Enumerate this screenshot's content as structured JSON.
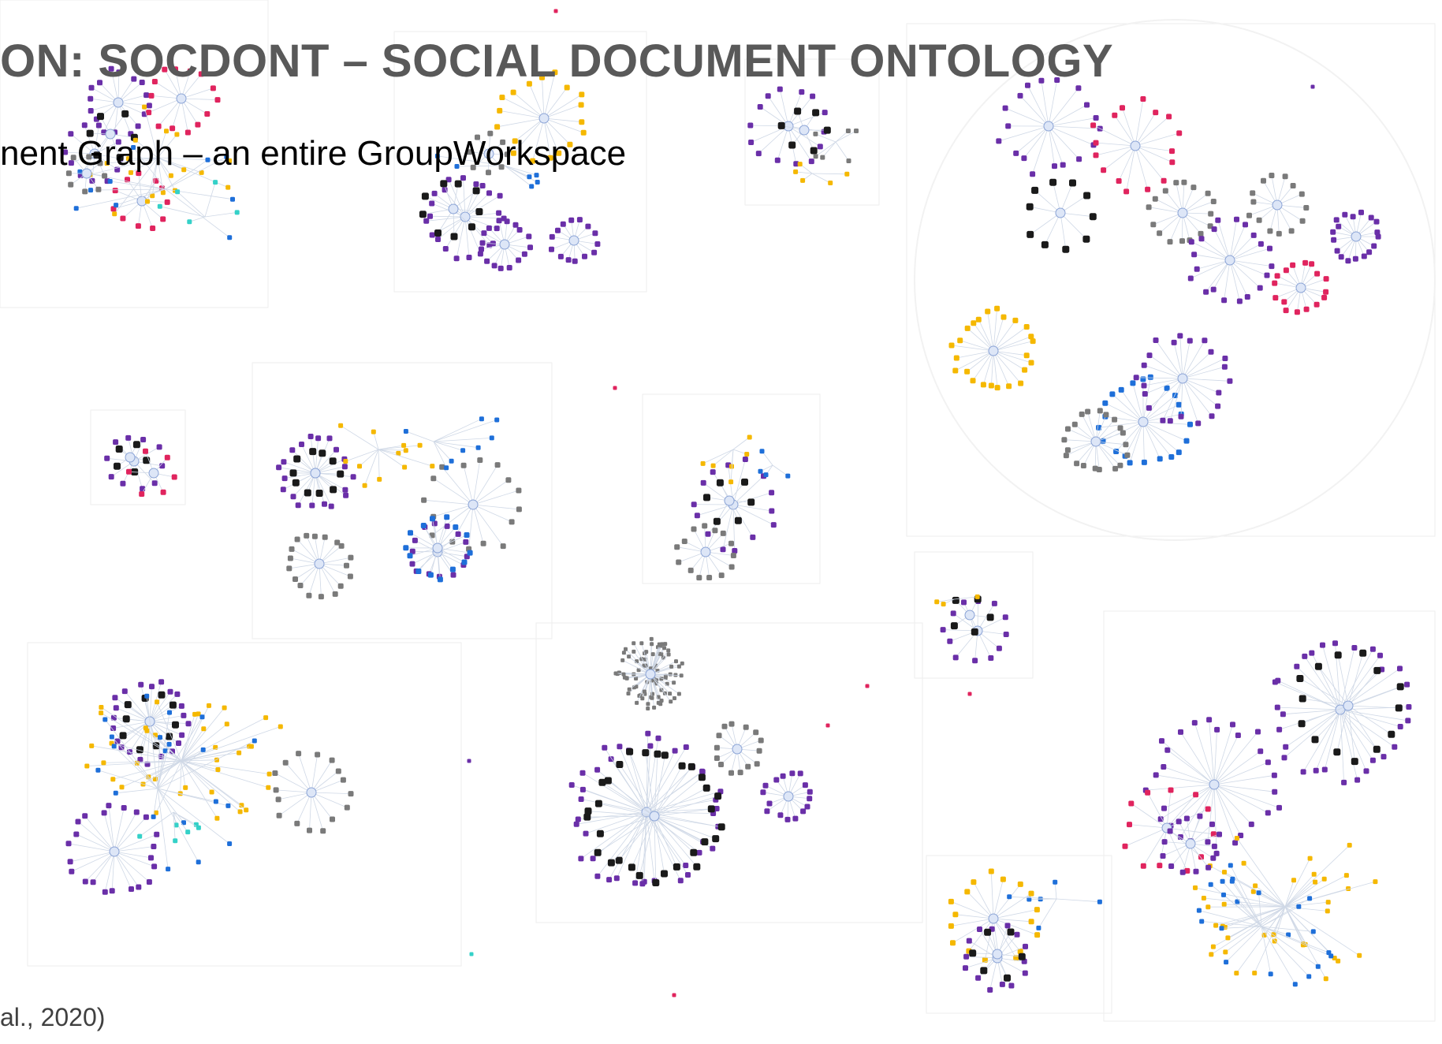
{
  "slide": {
    "title": "ON: SOCDONT – SOCIAL DOCUMENT ONTOLOGY",
    "subtitle": "nent Graph – an entire GroupWorkspace",
    "citation": "al., 2020)"
  },
  "colors": {
    "purple": "#6a2fa8",
    "black": "#1a1a1a",
    "yellow": "#f5b800",
    "blue": "#1e6fd9",
    "red": "#e0245e",
    "gray": "#7a7a7a",
    "cyan": "#34d1c8",
    "edge": "#cfd8e6",
    "panel_border": "#eeeeee",
    "hub_fill": "#dde6f7"
  },
  "graph_panels": [
    {
      "id": "p1",
      "clusters": [
        {
          "type": "ring",
          "color": "purple",
          "n": 16
        },
        {
          "type": "ring",
          "color": "red",
          "n": 14
        },
        {
          "type": "ring",
          "color": "purple",
          "n": 12
        },
        {
          "type": "ring",
          "color": "red",
          "n": 11
        },
        {
          "type": "ring",
          "color": "black",
          "n": 6
        },
        {
          "type": "spray",
          "color": "yellow",
          "n": 18
        },
        {
          "type": "spray",
          "color": "blue",
          "n": 10
        },
        {
          "type": "spray",
          "color": "cyan",
          "n": 5
        },
        {
          "type": "ring",
          "color": "gray",
          "n": 8
        }
      ]
    },
    {
      "id": "p2",
      "clusters": [
        {
          "type": "ring",
          "color": "purple",
          "n": 22
        },
        {
          "type": "ring",
          "color": "black",
          "n": 9
        },
        {
          "type": "ring",
          "color": "purple",
          "n": 16
        },
        {
          "type": "ring",
          "color": "purple",
          "n": 14
        },
        {
          "type": "ring",
          "color": "yellow",
          "n": 18
        },
        {
          "type": "spray",
          "color": "blue",
          "n": 6
        },
        {
          "type": "ring",
          "color": "gray",
          "n": 8
        }
      ]
    },
    {
      "id": "p3",
      "clusters": [
        {
          "type": "ring",
          "color": "purple",
          "n": 14
        },
        {
          "type": "ring",
          "color": "black",
          "n": 6
        },
        {
          "type": "spray",
          "color": "gray",
          "n": 6
        },
        {
          "type": "spray",
          "color": "yellow",
          "n": 5
        }
      ]
    },
    {
      "id": "p4",
      "clusters": [
        {
          "type": "ring",
          "color": "purple",
          "n": 18
        },
        {
          "type": "ring",
          "color": "red",
          "n": 16
        },
        {
          "type": "ring",
          "color": "black",
          "n": 10
        },
        {
          "type": "ring",
          "color": "gray",
          "n": 16
        },
        {
          "type": "ring",
          "color": "purple",
          "n": 20
        },
        {
          "type": "ring",
          "color": "yellow",
          "n": 24
        },
        {
          "type": "ring",
          "color": "blue",
          "n": 22
        },
        {
          "type": "ring",
          "color": "gray",
          "n": 20
        },
        {
          "type": "ring",
          "color": "purple",
          "n": 22
        },
        {
          "type": "ring",
          "color": "red",
          "n": 16
        },
        {
          "type": "ring",
          "color": "gray",
          "n": 14
        },
        {
          "type": "ring",
          "color": "purple",
          "n": 18
        }
      ]
    },
    {
      "id": "p5",
      "clusters": [
        {
          "type": "ring",
          "color": "purple",
          "n": 10
        },
        {
          "type": "ring",
          "color": "black",
          "n": 5
        },
        {
          "type": "ring",
          "color": "red",
          "n": 6
        }
      ]
    },
    {
      "id": "p6",
      "clusters": [
        {
          "type": "ring",
          "color": "purple",
          "n": 20
        },
        {
          "type": "ring",
          "color": "black",
          "n": 10
        },
        {
          "type": "ring",
          "color": "gray",
          "n": 18
        },
        {
          "type": "ring",
          "color": "gray",
          "n": 16
        },
        {
          "type": "ring",
          "color": "purple",
          "n": 14
        },
        {
          "type": "ring",
          "color": "blue",
          "n": 14
        },
        {
          "type": "spray",
          "color": "yellow",
          "n": 12
        },
        {
          "type": "spray",
          "color": "blue",
          "n": 8
        }
      ]
    },
    {
      "id": "p7",
      "clusters": [
        {
          "type": "ring",
          "color": "purple",
          "n": 14
        },
        {
          "type": "ring",
          "color": "black",
          "n": 6
        },
        {
          "type": "ring",
          "color": "gray",
          "n": 14
        },
        {
          "type": "spray",
          "color": "yellow",
          "n": 6
        },
        {
          "type": "spray",
          "color": "blue",
          "n": 4
        }
      ]
    },
    {
      "id": "p8",
      "clusters": [
        {
          "type": "ring",
          "color": "purple",
          "n": 12
        },
        {
          "type": "ring",
          "color": "black",
          "n": 5
        },
        {
          "type": "spray",
          "color": "yellow",
          "n": 3
        }
      ]
    },
    {
      "id": "p9",
      "clusters": [
        {
          "type": "ring",
          "color": "purple",
          "n": 22
        },
        {
          "type": "ring",
          "color": "black",
          "n": 10
        },
        {
          "type": "spray",
          "color": "yellow",
          "n": 40
        },
        {
          "type": "spray",
          "color": "blue",
          "n": 20
        },
        {
          "type": "ring",
          "color": "gray",
          "n": 16
        },
        {
          "type": "ring",
          "color": "purple",
          "n": 22
        },
        {
          "type": "spray",
          "color": "cyan",
          "n": 6
        }
      ]
    },
    {
      "id": "p10",
      "clusters": [
        {
          "type": "blob",
          "color": "gray",
          "n": 90
        },
        {
          "type": "ring",
          "color": "purple",
          "n": 40
        },
        {
          "type": "ring",
          "color": "black",
          "n": 30
        },
        {
          "type": "ring",
          "color": "gray",
          "n": 14
        },
        {
          "type": "ring",
          "color": "purple",
          "n": 16
        }
      ]
    },
    {
      "id": "p11",
      "clusters": [
        {
          "type": "ring",
          "color": "yellow",
          "n": 18
        },
        {
          "type": "ring",
          "color": "purple",
          "n": 14
        },
        {
          "type": "ring",
          "color": "black",
          "n": 6
        },
        {
          "type": "spray",
          "color": "blue",
          "n": 6
        }
      ]
    },
    {
      "id": "p12",
      "clusters": [
        {
          "type": "ring",
          "color": "purple",
          "n": 30
        },
        {
          "type": "ring",
          "color": "black",
          "n": 14
        },
        {
          "type": "ring",
          "color": "purple",
          "n": 28
        },
        {
          "type": "ring",
          "color": "red",
          "n": 12
        },
        {
          "type": "spray",
          "color": "yellow",
          "n": 40
        },
        {
          "type": "spray",
          "color": "blue",
          "n": 22
        },
        {
          "type": "ring",
          "color": "purple",
          "n": 14
        }
      ]
    }
  ]
}
